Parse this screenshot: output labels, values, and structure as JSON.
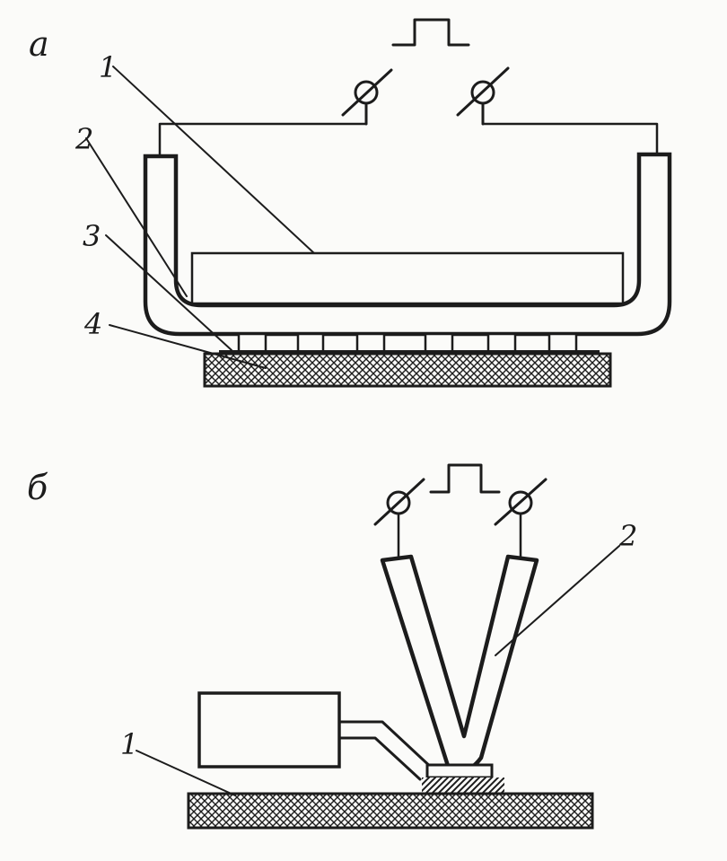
{
  "panel_a": {
    "letter": "а",
    "callouts": [
      "1",
      "2",
      "3",
      "4"
    ]
  },
  "panel_b": {
    "letter": "б",
    "callouts": [
      "1",
      "2"
    ]
  },
  "colors": {
    "ink": "#1c1c1c",
    "paper": "#fbfbf9"
  }
}
